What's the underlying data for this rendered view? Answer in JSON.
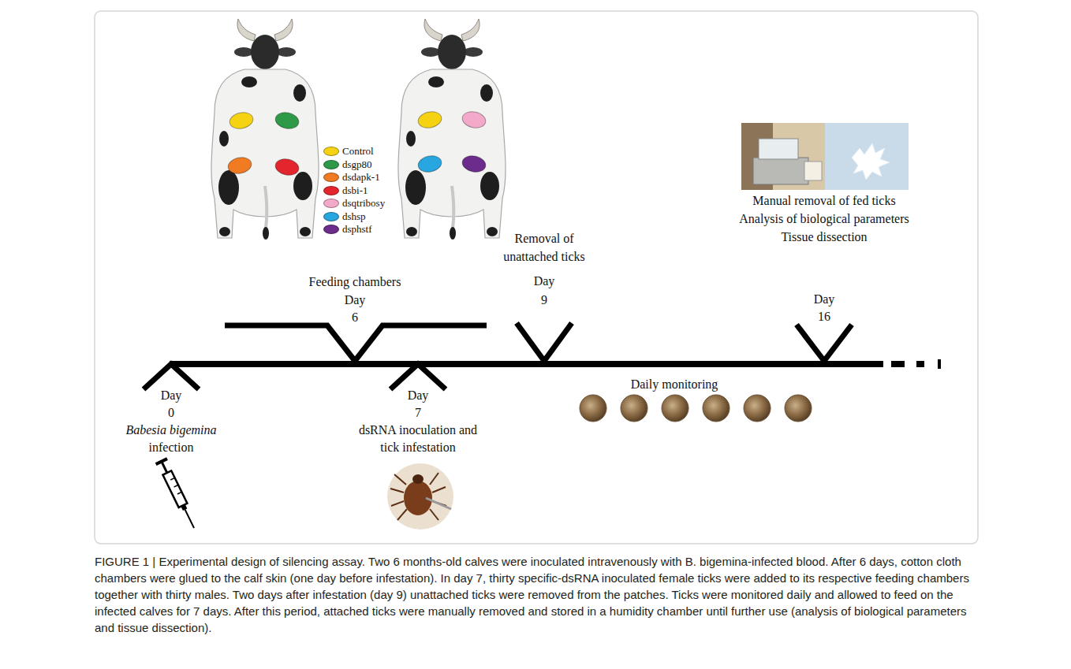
{
  "diagram": {
    "caption": "FIGURE 1 | Experimental design of silencing assay. Two 6 months-old calves were inoculated intravenously with B. bigemina-infected blood. After 6 days, cotton cloth chambers were glued to the calf skin (one day before infestation). In day 7, thirty specific-dsRNA inoculated female ticks were added to its respective feeding chambers together with thirty males. Two days after infestation (day 9) unattached ticks were removed from the patches. Ticks were monitored daily and allowed to feed on the infected calves for 7 days. After this period, attached ticks were manually removed and stored in a humidity chamber until further use (analysis of biological parameters and tissue dissection).",
    "labels": [
      "Feeding chambers",
      "Day",
      "6",
      "Removal of",
      "unattached ticks",
      "Day",
      "9",
      "Manual removal of fed ticks",
      "Analysis of biological parameters",
      "Tissue dissection",
      "Day",
      "16",
      "Daily monitoring",
      "Day",
      "0",
      "Babesia bigemina",
      "infection",
      "Day",
      "7",
      "dsRNA inoculation and",
      "tick infestation"
    ],
    "legend": [
      {
        "text": "Control",
        "color": "#f5d312"
      },
      {
        "text": "dsgp80",
        "color": "#2e9a48"
      },
      {
        "text": "dsdapk-1",
        "color": "#f07b22"
      },
      {
        "text": "dsbi-1",
        "color": "#e3262d"
      },
      {
        "text": "dsqtribosy",
        "color": "#f3a9c9"
      },
      {
        "text": "dshsp",
        "color": "#27a6df"
      },
      {
        "text": "dsphstf",
        "color": "#6b2c8c"
      }
    ]
  }
}
